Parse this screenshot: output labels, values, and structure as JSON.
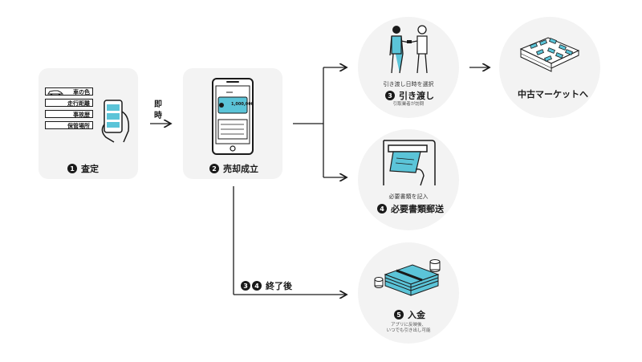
{
  "steps": {
    "assessment": {
      "number": "1",
      "label": "査定",
      "checklist": [
        "車の色",
        "走行距離",
        "事故歴",
        "保管場所"
      ]
    },
    "sale": {
      "number": "2",
      "label": "売却成立",
      "amount": "1,000,000"
    },
    "handover": {
      "number": "3",
      "label": "引き渡し",
      "caption": "引き渡し日時を選択",
      "sub": "引取業者が訪問"
    },
    "documents": {
      "number": "4",
      "label": "必要書類郵送",
      "caption": "必要書類を記入"
    },
    "payment": {
      "number": "5",
      "label": "入金",
      "sub_line1": "アプリに反映後、",
      "sub_line2": "いつでも引き出し可能"
    },
    "market": {
      "label": "中古マーケットへ"
    }
  },
  "arrows": {
    "immediate_line1": "即",
    "immediate_line2": "時",
    "after": {
      "num_a": "3",
      "num_b": "4",
      "text": "終了後"
    }
  },
  "colors": {
    "accent": "#5bc4d8",
    "dark": "#1a1a1a",
    "card": "#f3f3f3"
  }
}
